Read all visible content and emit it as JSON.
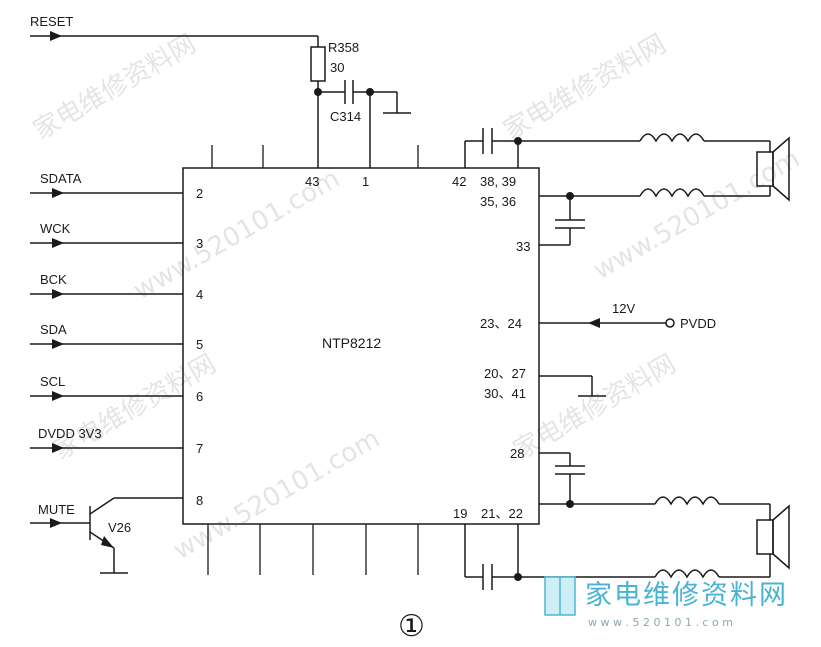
{
  "signals": {
    "reset": "RESET",
    "sdata": "SDATA",
    "wck": "WCK",
    "bck": "BCK",
    "sda": "SDA",
    "scl": "SCL",
    "dvdd": "DVDD 3V3",
    "mute": "MUTE",
    "pvdd": "PVDD",
    "v12": "12V"
  },
  "components": {
    "chip": "NTP8212",
    "resistor": "R358",
    "resistor_value": "30",
    "capacitor": "C314",
    "transistor": "V26"
  },
  "pins": {
    "p2": "2",
    "p3": "3",
    "p4": "4",
    "p5": "5",
    "p6": "6",
    "p7": "7",
    "p8": "8",
    "p43": "43",
    "p1": "1",
    "p42": "42",
    "p38_39": "38, 39",
    "p35_36": "35, 36",
    "p33": "33",
    "p23_24": "23、24",
    "p20_27": "20、27",
    "p30_41": "30、41",
    "p28": "28",
    "p19": "19",
    "p21_22": "21、22"
  },
  "figure_number": "①",
  "watermark": {
    "url": "www.520101.com",
    "site_cn": "家电维修资料网",
    "logo_cn": "家电维修资料网",
    "logo_url": "w w w . 5 2 0 1 0 1 . c o m"
  }
}
